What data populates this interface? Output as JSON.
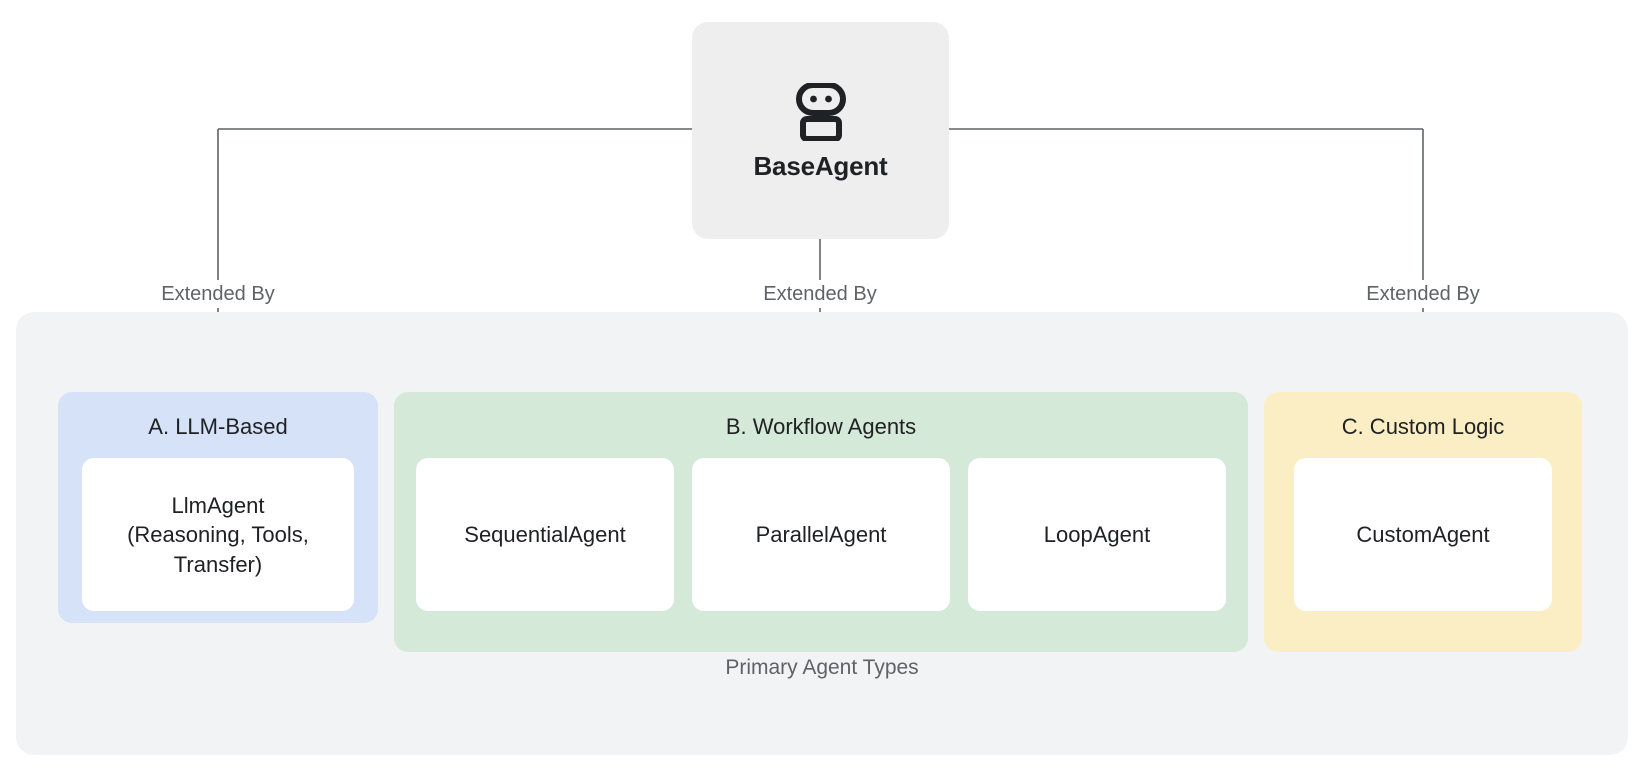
{
  "diagram": {
    "title_node": {
      "label": "BaseAgent",
      "icon": "robot-icon"
    },
    "edges": [
      {
        "label": "Extended By",
        "target": "A. LLM-Based"
      },
      {
        "label": "Extended By",
        "target": "B. Workflow Agents"
      },
      {
        "label": "Extended By",
        "target": "C. Custom Logic"
      }
    ],
    "group": {
      "caption": "Primary Agent Types"
    },
    "panels": [
      {
        "id": "llm",
        "title": "A. LLM-Based",
        "color": "#d6e2f8",
        "cards": [
          {
            "label": "LlmAgent\n(Reasoning, Tools, Transfer)"
          }
        ]
      },
      {
        "id": "workflow",
        "title": "B. Workflow Agents",
        "color": "#d4e9d8",
        "cards": [
          {
            "label": "SequentialAgent"
          },
          {
            "label": "ParallelAgent"
          },
          {
            "label": "LoopAgent"
          }
        ]
      },
      {
        "id": "custom",
        "title": "C. Custom Logic",
        "color": "#fbeec4",
        "cards": [
          {
            "label": "CustomAgent"
          }
        ]
      }
    ],
    "colors": {
      "root_bg": "#eeeeee",
      "group_bg": "#f1f3f4",
      "card_bg": "#ffffff",
      "connector": "#5f6368",
      "text_primary": "#202124",
      "text_secondary": "#5f6368"
    }
  }
}
